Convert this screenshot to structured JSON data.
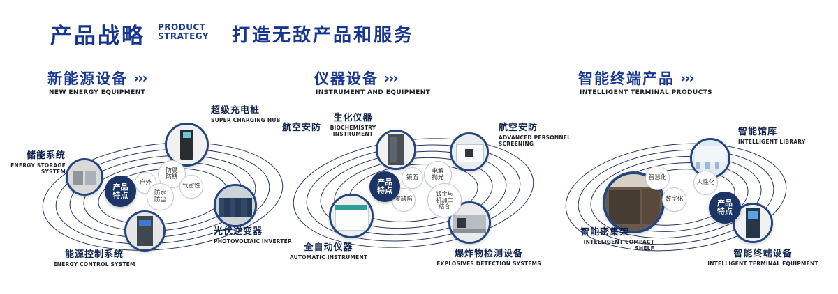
{
  "header": {
    "title_cn": "产品战略",
    "title_en_lines": [
      "PRODUCT",
      "STRATEGY"
    ],
    "slogan": "打造无敌产品和服务"
  },
  "icons": {
    "chevrons": "›››"
  },
  "sections": [
    {
      "title_cn": "新能源设备",
      "title_en": "NEW ENERGY EQUIPMENT",
      "center_badge": "产品特点",
      "features": [
        "户外",
        "防腐防锈",
        "气密性",
        "防水防尘"
      ],
      "products": [
        {
          "cn": "储能系统",
          "en": "ENERGY STORAGE SYSTEM"
        },
        {
          "cn": "超级充电桩",
          "en": "SUPER CHARGING HUB"
        },
        {
          "cn": "光伏逆变器",
          "en": "PHOTOVOLTAIC INVERTER"
        },
        {
          "cn": "能源控制系统",
          "en": "ENERGY CONTROL SYSTEM"
        }
      ]
    },
    {
      "title_cn": "仪器设备",
      "title_en": "INSTRUMENT AND EQUIPMENT",
      "side_label": "航空安防",
      "center_badge": "产品特点",
      "features": [
        "镜面",
        "电解抛光",
        "零缺陷",
        "钣金与机加工结合"
      ],
      "products": [
        {
          "cn": "生化仪器",
          "en": "BIOCHEMISTRY INSTRUMENT"
        },
        {
          "cn": "航空安防",
          "en": "ADVANCED PERSONNEL SCREENING"
        },
        {
          "cn": "全自动仪器",
          "en": "AUTOMATIC INSTRUMENT"
        },
        {
          "cn": "爆炸物检测设备",
          "en": "EXPLOSIVES DETECTION SYSTEMS"
        }
      ]
    },
    {
      "title_cn": "智能终端产品",
      "title_en": "INTELLIGENT TERMINAL PRODUCTS",
      "center_badge": "产品特点",
      "features": [
        "智慧化",
        "人性化",
        "数字化"
      ],
      "products": [
        {
          "cn": "智能馆库",
          "en": "INTELLIGENT LIBRARY"
        },
        {
          "cn": "智能密集架",
          "en": "INTELLIGENT COMPACT SHELF"
        },
        {
          "cn": "智能终端设备",
          "en": "INTELLIGENT TERMINAL EQUIPMENT"
        }
      ]
    }
  ],
  "colors": {
    "heading_blue": "#16368f",
    "orbit_navy": "#26335c",
    "badge_navy": "#1d3566"
  }
}
